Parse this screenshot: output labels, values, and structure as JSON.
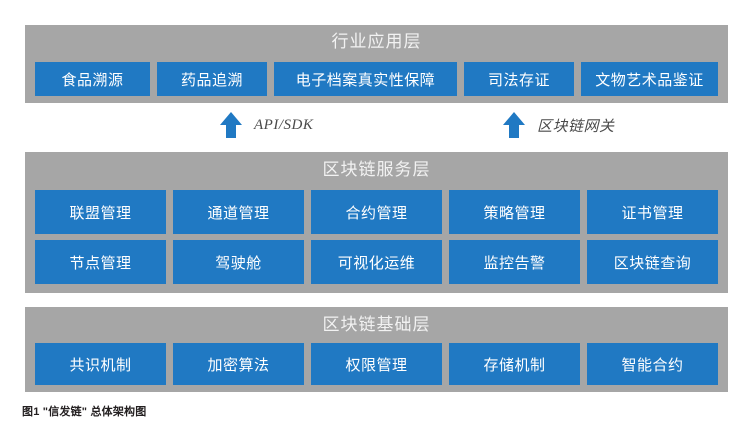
{
  "figure": {
    "caption": "图1 \"信发链\" 总体架构图"
  },
  "colors": {
    "panel_gray": "#a6a6a6",
    "node_blue": "#2079c3",
    "node_text": "#ffffff",
    "title_text": "#f2f2f2",
    "caption_text": "#231f20",
    "background": "#ffffff"
  },
  "layers": {
    "application": {
      "title": "行业应用层",
      "nodes": [
        "食品溯源",
        "药品追溯",
        "电子档案真实性保障",
        "司法存证",
        "文物艺术品鉴证"
      ]
    },
    "service": {
      "title": "区块链服务层",
      "row1": [
        "联盟管理",
        "通道管理",
        "合约管理",
        "策略管理",
        "证书管理"
      ],
      "row2": [
        "节点管理",
        "驾驶舱",
        "可视化运维",
        "监控告警",
        "区块链查询"
      ]
    },
    "base": {
      "title": "区块链基础层",
      "nodes": [
        "共识机制",
        "加密算法",
        "权限管理",
        "存储机制",
        "智能合约"
      ]
    }
  },
  "connectors": [
    {
      "icon": "arrow-up-icon",
      "label": "API/SDK"
    },
    {
      "icon": "arrow-up-icon",
      "label": "区块链网关"
    }
  ]
}
